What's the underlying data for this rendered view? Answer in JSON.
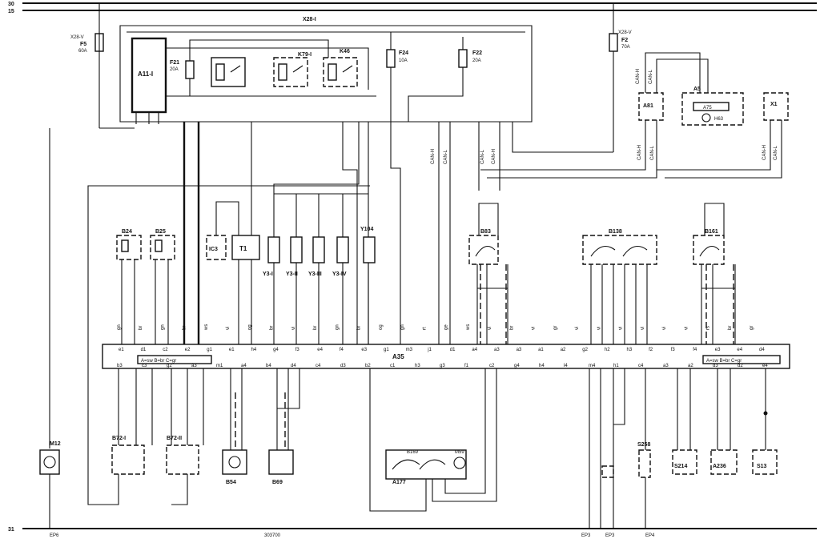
{
  "rails": {
    "top_a": "30",
    "top_b": "15",
    "ground": "31",
    "ground_points": [
      "EP6",
      "EP3",
      "EP3",
      "EP4"
    ],
    "drawing_number": "303700"
  },
  "connectors": {
    "x28_i": "X28-I",
    "x28_v_left": "X28-V",
    "x28_v_right": "X28-V"
  },
  "fuses": [
    {
      "id": "F5",
      "rating": "60A"
    },
    {
      "id": "F21",
      "rating": "20A"
    },
    {
      "id": "F24",
      "rating": "10A"
    },
    {
      "id": "F22",
      "rating": "20A"
    },
    {
      "id": "F2",
      "rating": "70A"
    }
  ],
  "modules": {
    "a11": "A11-I",
    "k79": "K79-I",
    "k46": "K46",
    "a35": "A35",
    "a81": "A81",
    "a5": "A5",
    "a75": "A75",
    "h63": "H63",
    "x1": "X1",
    "a35_code_left": "A=sw  B=br  C=gr",
    "a35_code_right": "A=sw  B=br  C=gr"
  },
  "can": {
    "h": "CAN-H",
    "l": "CAN-L"
  },
  "sensors_top": [
    "B24",
    "B25",
    "IC3",
    "T1",
    "Y3-I",
    "Y3-II",
    "Y3-III",
    "Y3-IV",
    "Y104",
    "B83",
    "B138",
    "B161"
  ],
  "components_bottom": [
    "B72-I",
    "B72-II",
    "B54",
    "B69",
    "B169",
    "M59",
    "A177",
    "S258",
    "S214",
    "A236",
    "S13",
    "M12"
  ],
  "a35_top_pins": [
    "e1",
    "d1",
    "c2",
    "e2",
    "g1",
    "e1",
    "h4",
    "g4",
    "f3",
    "e4",
    "f4",
    "e3",
    "g1",
    "m3",
    "j1",
    "d1",
    "a4",
    "a3",
    "a3",
    "a1",
    "a2",
    "g2",
    "h2",
    "h3",
    "f2",
    "f3",
    "f4",
    "e3",
    "e4",
    "d4"
  ],
  "a35_bottom_pins": [
    "b3",
    "c3",
    "g2",
    "a3",
    "m1",
    "a4",
    "b4",
    "d4",
    "c4",
    "d3",
    "b2",
    "c1",
    "h3",
    "g3",
    "f1",
    "c2",
    "g4",
    "h4",
    "l4",
    "m4",
    "h1",
    "c4",
    "a3",
    "a2",
    "d3",
    "d2",
    "e4"
  ],
  "wire_colors": [
    "gn",
    "br",
    "gn",
    "br",
    "ws",
    "vi",
    "og",
    "br",
    "vi",
    "br",
    "gn",
    "br",
    "og",
    "gn",
    "rt",
    "ge",
    "ws",
    "vi",
    "br",
    "vi",
    "gr",
    "vi",
    "vi",
    "vi",
    "vi",
    "vi",
    "vi",
    "rs",
    "br",
    "gr"
  ]
}
